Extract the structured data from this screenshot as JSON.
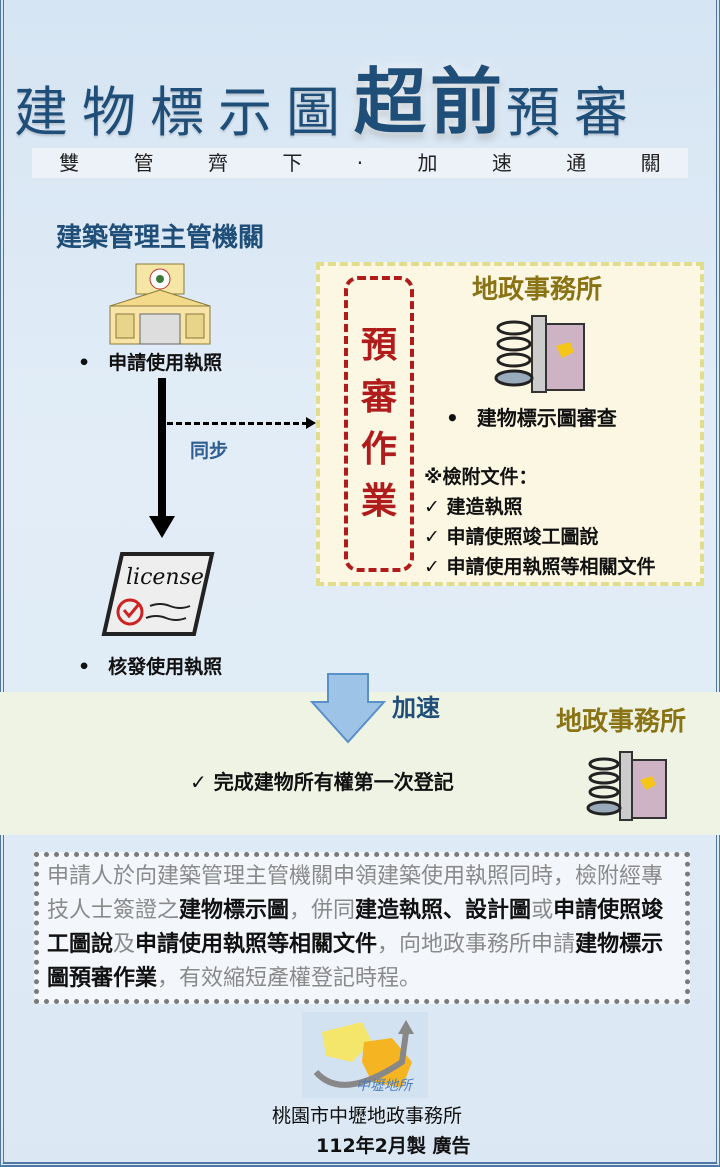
{
  "title": {
    "part1": "建物標示圖",
    "part2": "超前",
    "part3": "預審"
  },
  "subtitle": [
    "雙",
    "管",
    "齊",
    "下",
    "·",
    "加",
    "速",
    "通",
    "關"
  ],
  "agency": {
    "heading": "建築管理主管機關",
    "apply": "申請使用執照",
    "issue": "核發使用執照",
    "sync_label": "同步",
    "license_text": "license"
  },
  "prereview": {
    "label": [
      "預",
      "審",
      "作",
      "業"
    ],
    "office": "地政事務所",
    "review": "建物標示圖審查",
    "docs_heading": "※檢附文件：",
    "docs": [
      "✓ 建造執照",
      "✓ 申請使照竣工圖說",
      "✓ 申請使用執照等相關文件"
    ]
  },
  "accelerate": {
    "label": "加速",
    "office": "地政事務所",
    "done": "✓ 完成建物所有權第一次登記"
  },
  "notice": {
    "segments": [
      {
        "text": "申請人於向建築管理主管機關申領建築使用執照同時，檢附經專技人士簽證之",
        "bold": false
      },
      {
        "text": "建物標示圖",
        "bold": true
      },
      {
        "text": "，併同",
        "bold": false
      },
      {
        "text": "建造執照、設計圖",
        "bold": true
      },
      {
        "text": "或",
        "bold": false
      },
      {
        "text": "申請使照竣工圖說",
        "bold": true
      },
      {
        "text": "及",
        "bold": false
      },
      {
        "text": "申請使用執照等相關文件",
        "bold": true
      },
      {
        "text": "，向地政事務所申請",
        "bold": false
      },
      {
        "text": "建物標示圖預審作業",
        "bold": true
      },
      {
        "text": "，有效縮短產權登記時程。",
        "bold": false
      }
    ]
  },
  "footer": {
    "logo_text": "中壢地所",
    "office": "桃園市中壢地政事務所",
    "date": "112年2月製  廣告"
  },
  "colors": {
    "title": "#1f4e79",
    "red": "#b01b1b",
    "gold": "#8a7314"
  }
}
